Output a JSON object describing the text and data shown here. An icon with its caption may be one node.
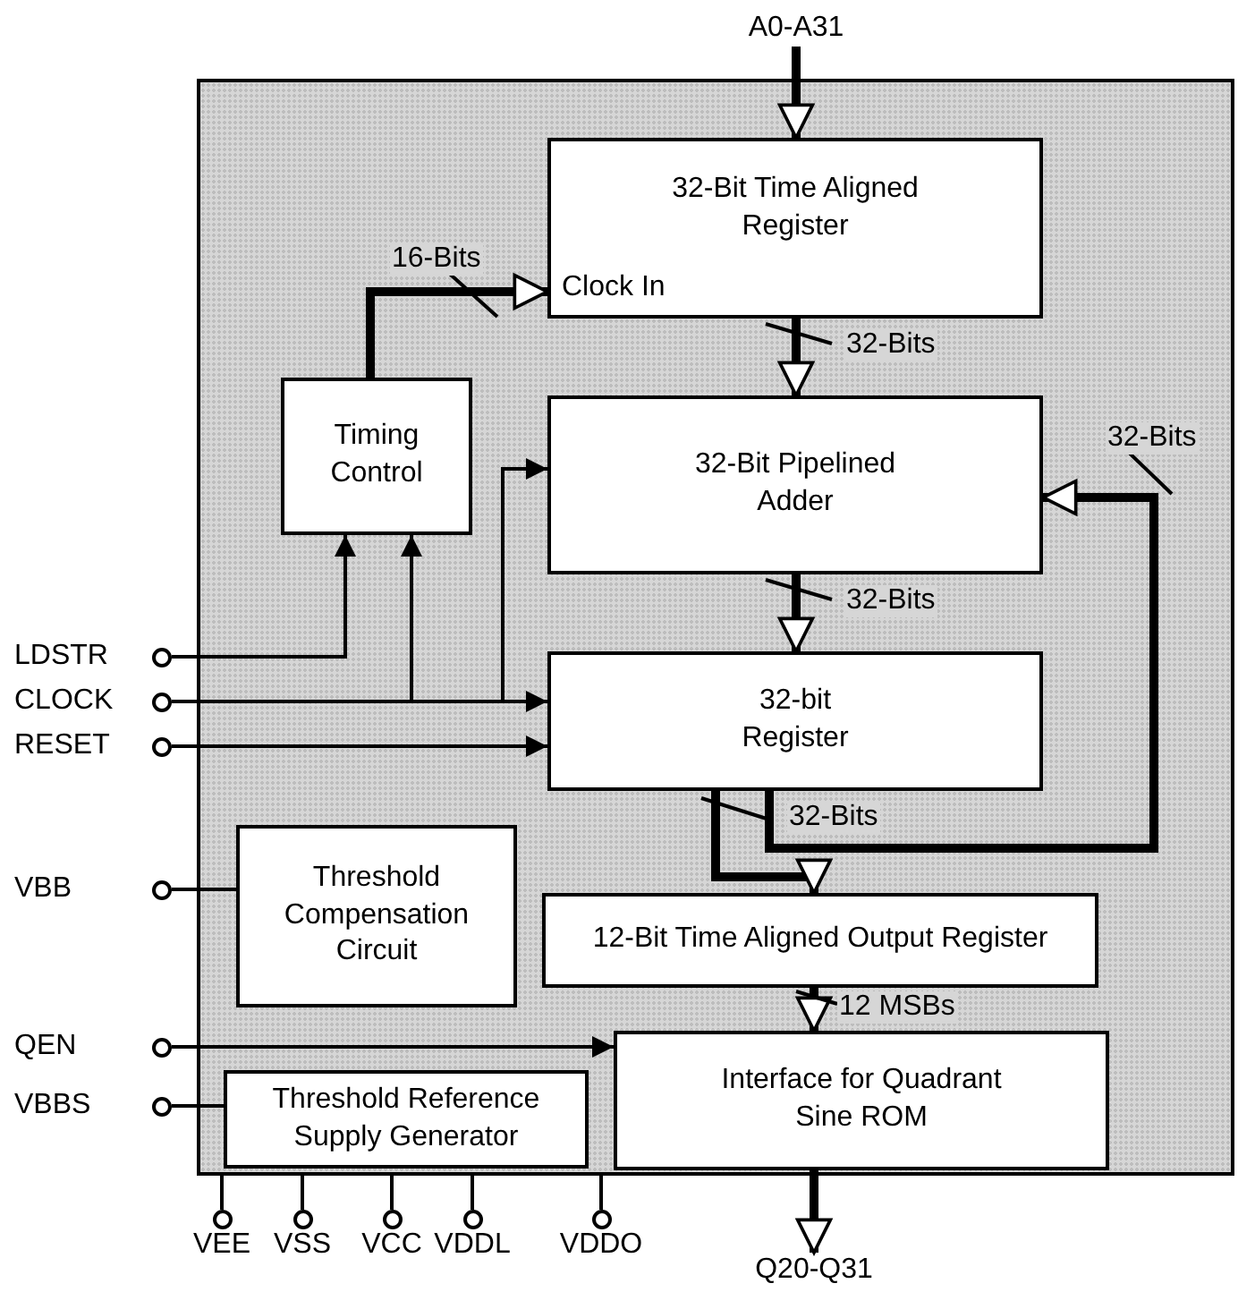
{
  "diagram": {
    "nodes": [
      {
        "text": [],
        "shape": "box"
      },
      {
        "text": [
          "32-Bit Time Aligned Register",
          "Clock In"
        ],
        "in": 0
      },
      {
        "text": [
          "Timing Control"
        ],
        "in": 0
      },
      {
        "text": [
          "32-Bit Pipelined Adder"
        ],
        "in": 0
      },
      {
        "text": [
          "32-bit Register"
        ],
        "in": 0
      },
      {
        "text": [
          "Threshold Compensation Circuit"
        ],
        "in": 0
      },
      {
        "text": [
          "12-Bit Time Aligned Output Register"
        ],
        "in": 0
      },
      {
        "text": [
          "Interface for Quadrant Sine ROM"
        ],
        "in": 0
      },
      {
        "text": [
          "Threshold Reference Supply Generator"
        ],
        "in": 0
      },
      {
        "text": [
          "A0-A31"
        ]
      },
      {
        "text": [
          "LDSTR"
        ]
      },
      {
        "text": [
          "CLOCK"
        ]
      },
      {
        "text": [
          "RESET"
        ]
      },
      {
        "text": [
          "VBB"
        ]
      },
      {
        "text": [
          "QEN"
        ]
      },
      {
        "text": [
          "VBBS"
        ]
      },
      {
        "text": [
          "VEE"
        ]
      },
      {
        "text": [
          "VSS"
        ]
      },
      {
        "text": [
          "VCC"
        ]
      },
      {
        "text": [
          "VDDL"
        ]
      },
      {
        "text": [
          "VDDO"
        ]
      },
      {
        "text": [
          "Q20-Q31"
        ]
      }
    ],
    "edges": [
      {
        "from": 9,
        "to": 1,
        "arrow": "to",
        "style": "thick"
      },
      {
        "from": 2,
        "to": 1,
        "arrow": "to",
        "style": "thick",
        "label": "16-Bits"
      },
      {
        "from": 1,
        "to": 3,
        "arrow": "to",
        "style": "thick",
        "label": "32-Bits"
      },
      {
        "from": 3,
        "to": 4,
        "arrow": "to",
        "style": "thick",
        "label": "32-Bits"
      },
      {
        "from": 4,
        "to": 6,
        "arrow": "to",
        "style": "thick",
        "label": "32-Bits"
      },
      {
        "from": 4,
        "to": 3,
        "arrow": "to",
        "style": "thick",
        "label": "32-Bits"
      },
      {
        "from": 6,
        "to": 7,
        "arrow": "to",
        "style": "thick",
        "label": "12 MSBs"
      },
      {
        "from": 7,
        "to": 21,
        "arrow": "to",
        "style": "thick"
      },
      {
        "from": 10,
        "to": 2,
        "arrow": "to"
      },
      {
        "from": 11,
        "to": 2,
        "arrow": "to"
      },
      {
        "from": 11,
        "to": 3,
        "arrow": "to"
      },
      {
        "from": 11,
        "to": 4,
        "arrow": "to"
      },
      {
        "from": 12,
        "to": 4,
        "arrow": "to"
      },
      {
        "from": 13,
        "to": 5,
        "arrow": "none"
      },
      {
        "from": 14,
        "to": 7,
        "arrow": "to"
      },
      {
        "from": 15,
        "to": 8,
        "arrow": "none"
      },
      {
        "from": 16,
        "to": 0,
        "arrow": "none"
      },
      {
        "from": 17,
        "to": 0,
        "arrow": "none"
      },
      {
        "from": 18,
        "to": 0,
        "arrow": "none"
      },
      {
        "from": 19,
        "to": 0,
        "arrow": "none"
      },
      {
        "from": 20,
        "to": 0,
        "arrow": "none"
      }
    ]
  }
}
